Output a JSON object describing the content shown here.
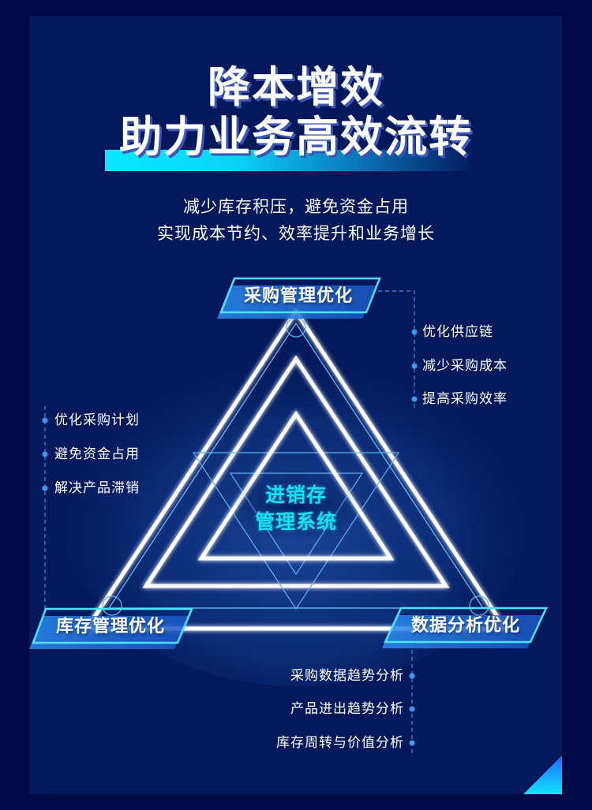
{
  "header": {
    "title_line1": "降本增效",
    "title_line2": "助力业务高效流转",
    "subtitle_line1": "减少库存积压，避免资金占用",
    "subtitle_line2": "实现成本节约、效率提升和业务增长"
  },
  "diagram": {
    "center_line1": "进销存",
    "center_line2": "管理系统",
    "top_node": {
      "label": "采购管理优化",
      "items": [
        "优化供应链",
        "减少采购成本",
        "提高采购效率"
      ]
    },
    "left_node": {
      "label": "库存管理优化",
      "items": [
        "优化采购计划",
        "避免资金占用",
        "解决产品滞销"
      ]
    },
    "right_node": {
      "label": "数据分析优化",
      "items": [
        "采购数据趋势分析",
        "产品进出趋势分析",
        "库存周转与价值分析"
      ]
    }
  },
  "colors": {
    "page_bg": "#020b4a",
    "panel_bg": "#03195c",
    "accent_cyan": "#0ae8ff",
    "label_blue": "#1f6fd8",
    "center_text": "#12e3f4",
    "dot_blue": "#3a9bf0"
  }
}
